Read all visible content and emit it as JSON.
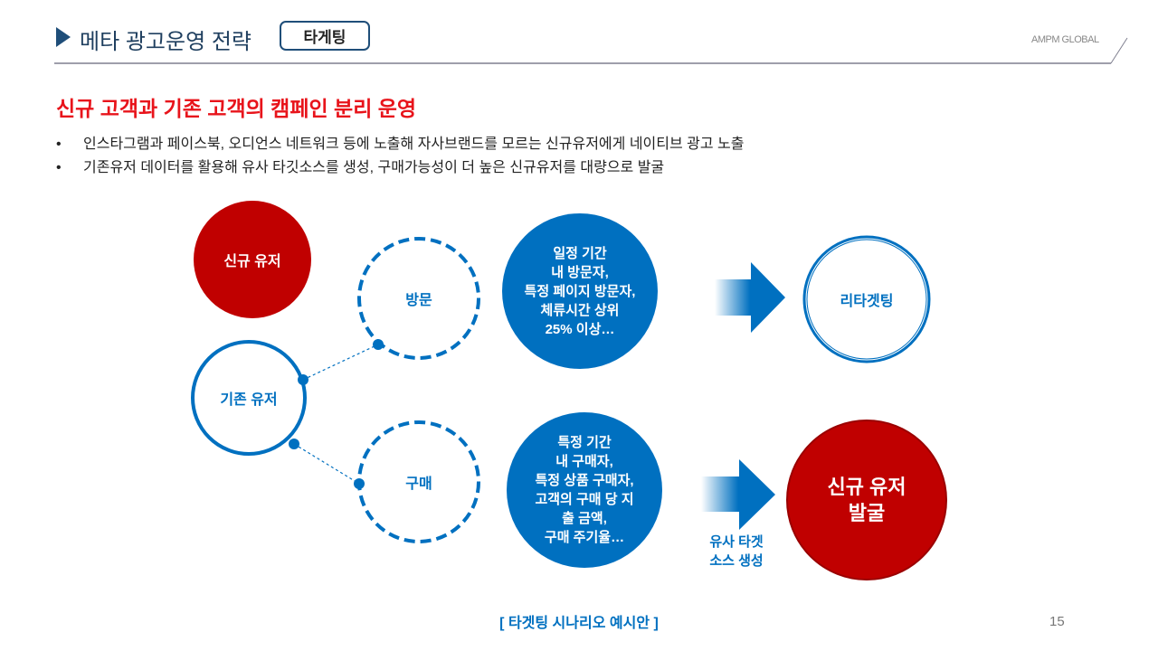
{
  "header": {
    "title": "메타 광고운영 전략",
    "tag": "타게팅",
    "brand": "AMPM GLOBAL"
  },
  "subtitle": "신규 고객과 기존 고객의 캠페인 분리 운영",
  "bullets": [
    "인스타그램과 페이스북, 오디언스 네트워크 등에 노출해 자사브랜드를 모르는 신규유저에게 네이티브 광고 노출",
    "기존유저 데이터를 활용해 유사 타깃소스를 생성, 구매가능성이 더 높은 신규유저를 대량으로 발굴"
  ],
  "diagram": {
    "new_user": "신규 유저",
    "existing_user": "기존 유저",
    "visit": "방문",
    "purchase": "구매",
    "visit_detail": [
      "일정 기간",
      "내 방문자,",
      "특정 페이지 방문자,",
      "체류시간 상위",
      "25% 이상…"
    ],
    "purchase_detail": [
      "특정 기간",
      "내 구매자,",
      "특정 상품 구매자,",
      "고객의 구매 당 지",
      "출 금액,",
      "구매 주기율…"
    ],
    "retargeting": "리타겟팅",
    "new_user_discovery": [
      "신규 유저",
      "발굴"
    ],
    "lookalike": [
      "유사 타겟",
      "소스 생성"
    ]
  },
  "caption": "[ 타겟팅 시나리오 예시안 ]",
  "page_number": "15",
  "colors": {
    "blue": "#0070c0",
    "red": "#c00000",
    "navy": "#1f4e79"
  }
}
